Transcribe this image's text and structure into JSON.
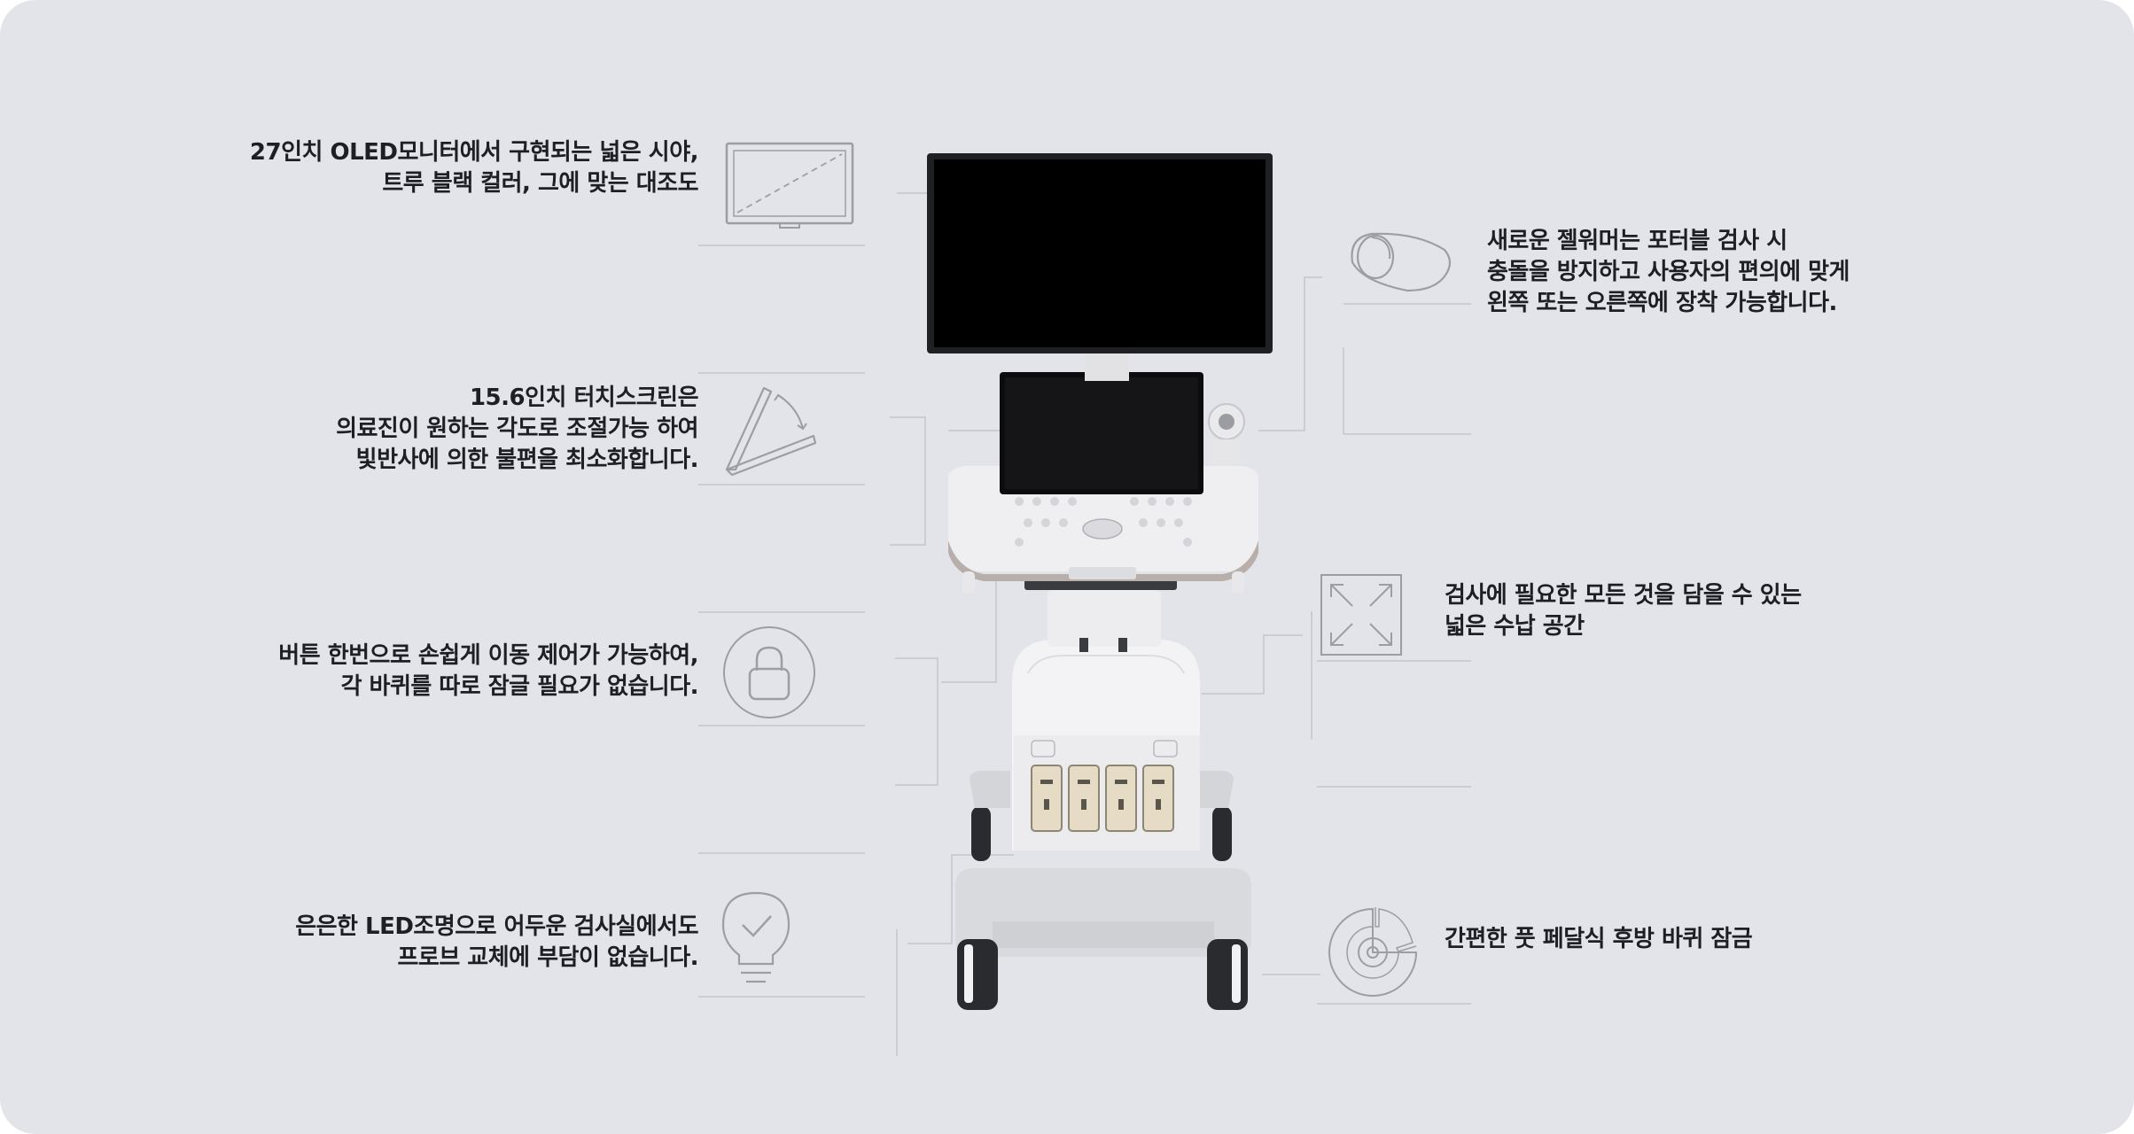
{
  "features": {
    "monitor": {
      "lines": [
        "27인치 OLED모니터에서 구현되는 넓은 시야,",
        "트루 블랙 컬러, 그에 맞는 대조도"
      ],
      "icon": "monitor-icon"
    },
    "touchscreen": {
      "lines": [
        "15.6인치 터치스크린은",
        "의료진이 원하는 각도로 조절가능 하여",
        "빛반사에 의한 불편을 최소화합니다."
      ],
      "icon": "tilt-angle-icon"
    },
    "mobility": {
      "lines": [
        "버튼 한번으로 손쉽게 이동 제어가 가능하여,",
        "각 바퀴를 따로 잠글 필요가 없습니다."
      ],
      "icon": "lock-icon"
    },
    "lighting": {
      "lines": [
        "은은한 LED조명으로 어두운 검사실에서도",
        "프로브 교체에 부담이 없습니다."
      ],
      "icon": "lightbulb-icon"
    },
    "gel_warmer": {
      "lines": [
        "새로운 젤워머는 포터블 검사 시",
        "충돌을 방지하고 사용자의 편의에 맞게",
        "왼쪽 또는 오른쪽에 장착 가능합니다."
      ],
      "icon": "gel-warmer-icon"
    },
    "storage": {
      "lines": [
        "검사에 필요한 모든 것을 담을 수 있는",
        "넓은 수납 공간"
      ],
      "icon": "expand-arrows-icon"
    },
    "foot_pedal": {
      "lines": [
        "간편한 풋 페달식 후방 바퀴 잠금"
      ],
      "icon": "wheel-lock-icon"
    }
  }
}
